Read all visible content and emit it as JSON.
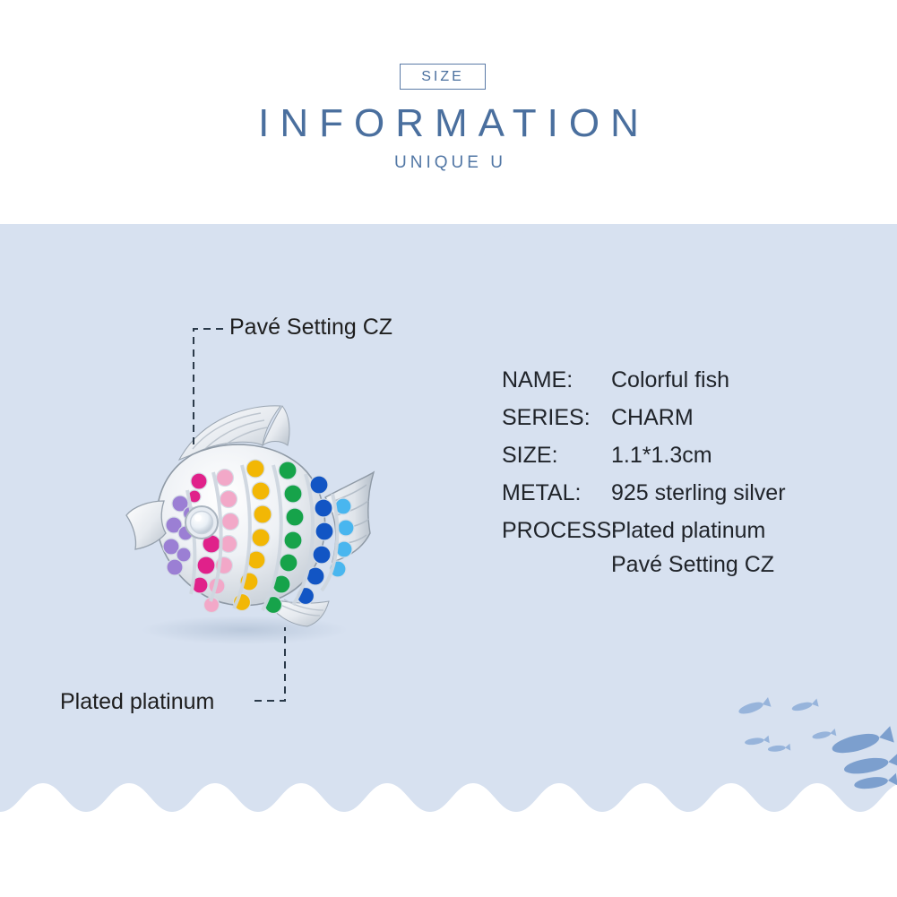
{
  "header": {
    "badge_label": "SIZE",
    "title": "INFORMATION",
    "subtitle": "UNIQUE U",
    "accent_color": "#4a6f9e"
  },
  "ocean": {
    "background_color": "#d7e1f0",
    "wave_color": "#d7e1f0",
    "page_color": "#ffffff"
  },
  "callouts": {
    "top_label": "Pavé Setting CZ",
    "bottom_label": "Plated platinum",
    "line_color": "#2b3a4a"
  },
  "product": {
    "alt_name": "colorful-fish-charm",
    "metal_color": "#e9edf2",
    "stone_colors": {
      "purple": "#9b7fd4",
      "magenta": "#e0218a",
      "pink": "#f2a8c8",
      "yellow": "#f2b705",
      "green": "#16a34a",
      "blue": "#1255c4",
      "light_blue": "#49b6ef",
      "clear": "#f5f8fb"
    }
  },
  "specs": {
    "rows": [
      {
        "key": "NAME:",
        "value": "Colorful fish"
      },
      {
        "key": "SERIES:",
        "value": "CHARM"
      },
      {
        "key": "SIZE:",
        "value": "1.1*1.3cm"
      },
      {
        "key": "METAL:",
        "value": "925 sterling silver"
      },
      {
        "key": "PROCESS:",
        "value": "Plated platinum"
      },
      {
        "key": "",
        "value": "Pavé Setting CZ"
      }
    ]
  }
}
